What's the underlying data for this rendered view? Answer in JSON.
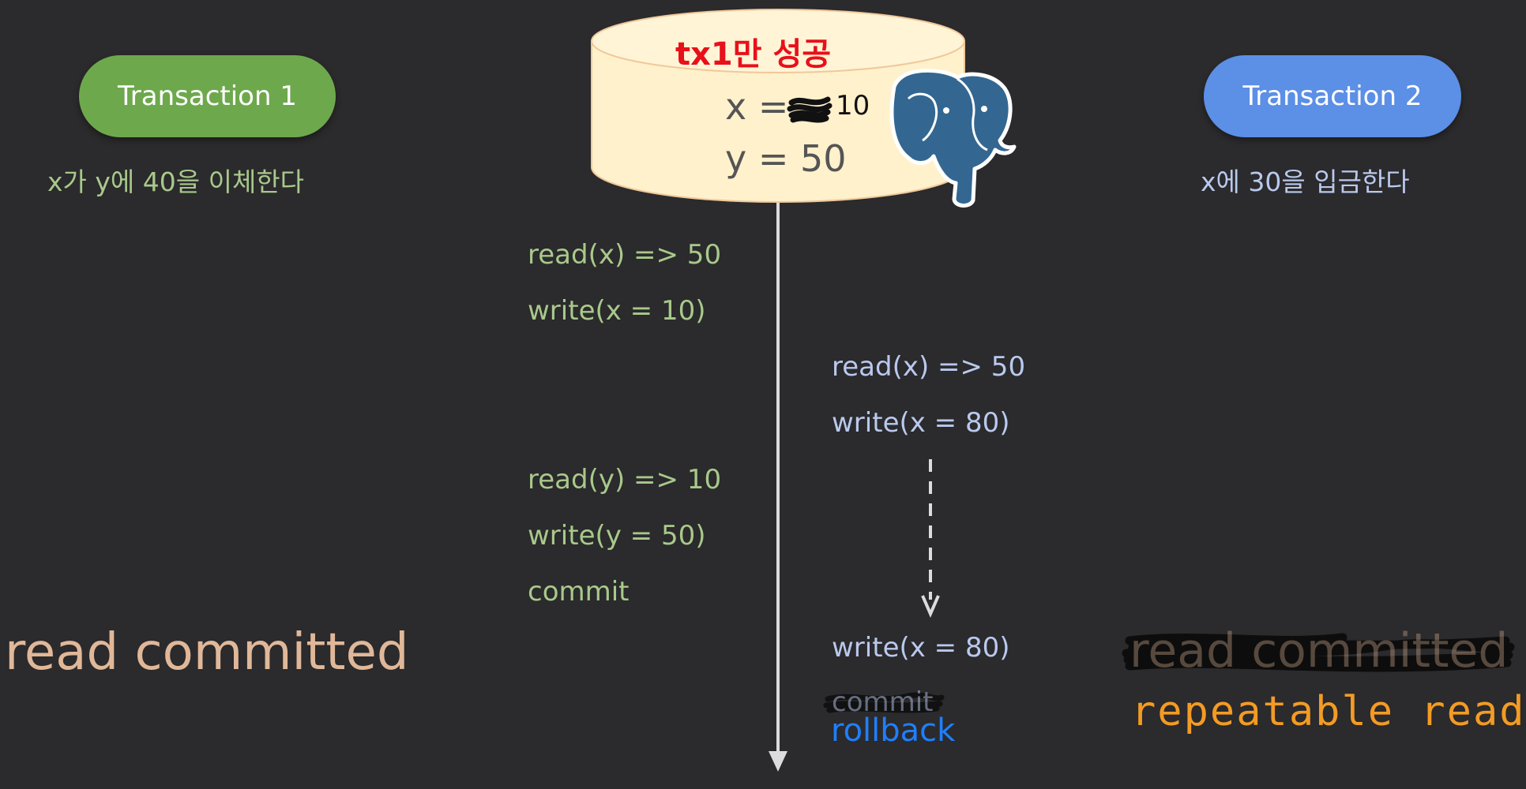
{
  "transactions": [
    {
      "label": "Transaction 1",
      "description": "x가 y에 40을 이체한다",
      "color": "#6ea84c"
    },
    {
      "label": "Transaction 2",
      "description": "x에 30을 입금한다",
      "color": "#5c8fe6"
    }
  ],
  "database": {
    "note": "tx1만 성공",
    "x_label": "x = ",
    "x_new_value": "10",
    "y_line": "y = 50",
    "icon": "postgresql-elephant-icon"
  },
  "tx1_ops": [
    "read(x) => 50",
    "write(x = 10)",
    "read(y) => 10",
    "write(y = 50)",
    "commit"
  ],
  "tx2_ops": [
    "read(x) => 50",
    "write(x = 80)",
    "write(x = 80)"
  ],
  "tx2_struck_op": "commit",
  "tx2_final": "rollback",
  "isolation_left": "read committed",
  "isolation_right_struck": "read committed",
  "isolation_right_new": "repeatable read",
  "colors": {
    "background": "#2b2a2c",
    "tx1_text": "#a8c98b",
    "tx2_text": "#b9c9ee",
    "db_fill": "#fff1cc",
    "note_red": "#e8101a",
    "rollback_blue": "#1f7fff",
    "level_orange": "#f39b24",
    "level_beige": "#e0b899"
  }
}
